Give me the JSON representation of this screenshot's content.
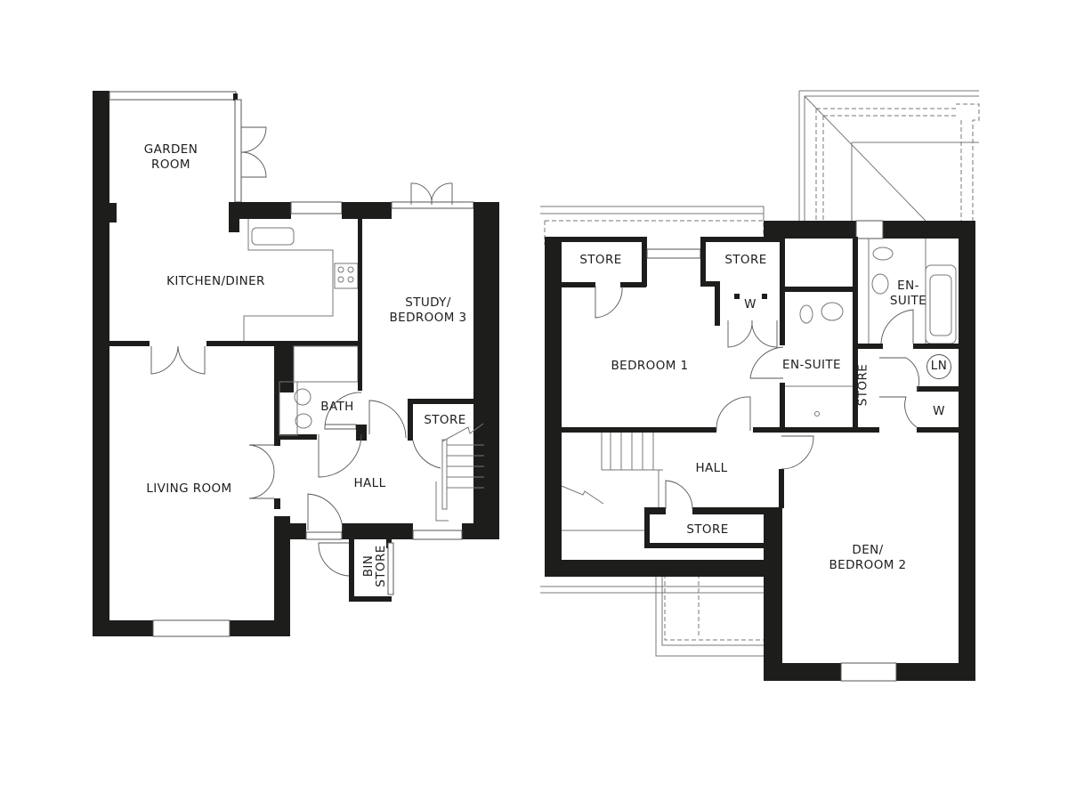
{
  "floorplan": {
    "colors": {
      "wall": "#1d1d1b",
      "line": "#555555",
      "background": "#ffffff"
    },
    "ground_floor": {
      "rooms": [
        {
          "id": "garden_room",
          "label": "GARDEN\nROOM"
        },
        {
          "id": "kitchen_diner",
          "label": "KITCHEN/DINER"
        },
        {
          "id": "study_bedroom3",
          "label": "STUDY/\nBEDROOM 3"
        },
        {
          "id": "bath",
          "label": "BATH"
        },
        {
          "id": "store",
          "label": "STORE"
        },
        {
          "id": "hall",
          "label": "HALL"
        },
        {
          "id": "living_room",
          "label": "LIVING ROOM"
        },
        {
          "id": "bin_store",
          "label": "BIN\nSTORE"
        }
      ]
    },
    "first_floor": {
      "rooms": [
        {
          "id": "store_left",
          "label": "STORE"
        },
        {
          "id": "store_mid",
          "label": "STORE"
        },
        {
          "id": "wardrobe",
          "label": "W"
        },
        {
          "id": "bedroom1",
          "label": "BEDROOM 1"
        },
        {
          "id": "ensuite1",
          "label": "EN-SUITE"
        },
        {
          "id": "ensuite2",
          "label": "EN-\nSUITE"
        },
        {
          "id": "store_vertical",
          "label": "STORE"
        },
        {
          "id": "linen",
          "label": "LN"
        },
        {
          "id": "wardrobe2",
          "label": "W"
        },
        {
          "id": "hall",
          "label": "HALL"
        },
        {
          "id": "store_lower",
          "label": "STORE"
        },
        {
          "id": "den_bedroom2",
          "label": "DEN/\nBEDROOM 2"
        }
      ]
    }
  }
}
